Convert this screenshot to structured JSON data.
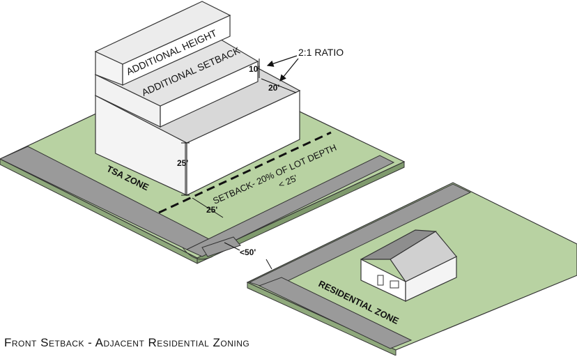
{
  "caption": "Front Setback - Adjacent Residential Zoning",
  "labels": {
    "additional_height": "ADDITIONAL HEIGHT",
    "additional_setback": "ADDITIONAL SETBACK",
    "ratio": "2:1 RATIO",
    "dim_10": "10'",
    "dim_20": "20'",
    "dim_25_height": "25'",
    "dim_25_setback": "25'",
    "setback_line1": "SETBACK- 20% OF LOT DEPTH",
    "setback_line2": "< 25'",
    "tsa_zone": "TSA ZONE",
    "residential_zone": "RESIDENTIAL ZONE",
    "distance": "<50'"
  },
  "colors": {
    "lawn": "#b8d2a2",
    "road": "#9a9a9a",
    "outline": "#333333",
    "building_light": "#f2f2f2",
    "building_mid": "#e2e2e2",
    "building_dark": "#c4c4c4"
  }
}
